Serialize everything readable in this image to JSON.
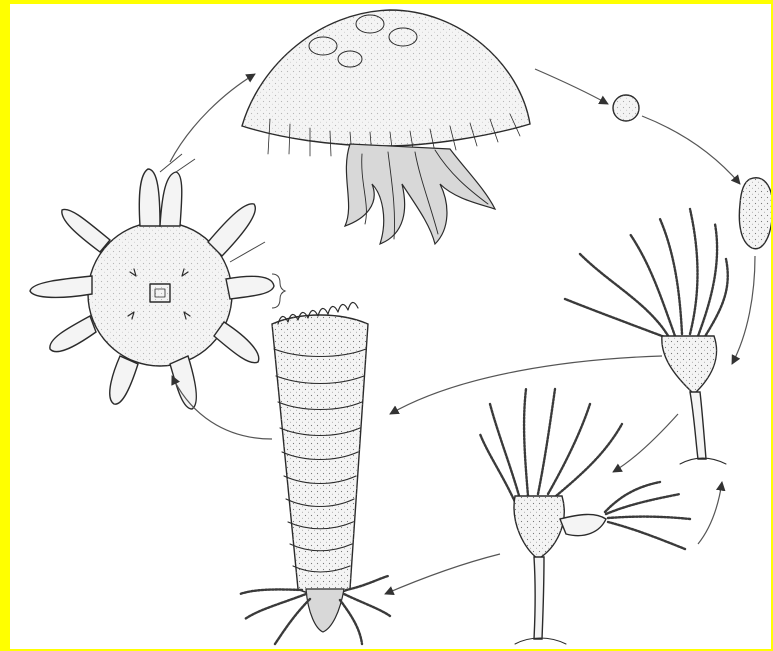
{
  "diagram": {
    "frame_color": "#ffff00",
    "ink_color": "#2b2b2b",
    "stages": [
      {
        "id": "medusa",
        "icon": "medusa-icon"
      },
      {
        "id": "planula-egg",
        "icon": "egg-icon"
      },
      {
        "id": "planula-larva",
        "icon": "larva-icon"
      },
      {
        "id": "scyphistoma",
        "icon": "polyp-icon"
      },
      {
        "id": "budding-polyp",
        "icon": "budding-polyp-icon"
      },
      {
        "id": "strobila",
        "icon": "strobila-icon"
      },
      {
        "id": "ephyra",
        "icon": "ephyra-icon"
      }
    ]
  }
}
